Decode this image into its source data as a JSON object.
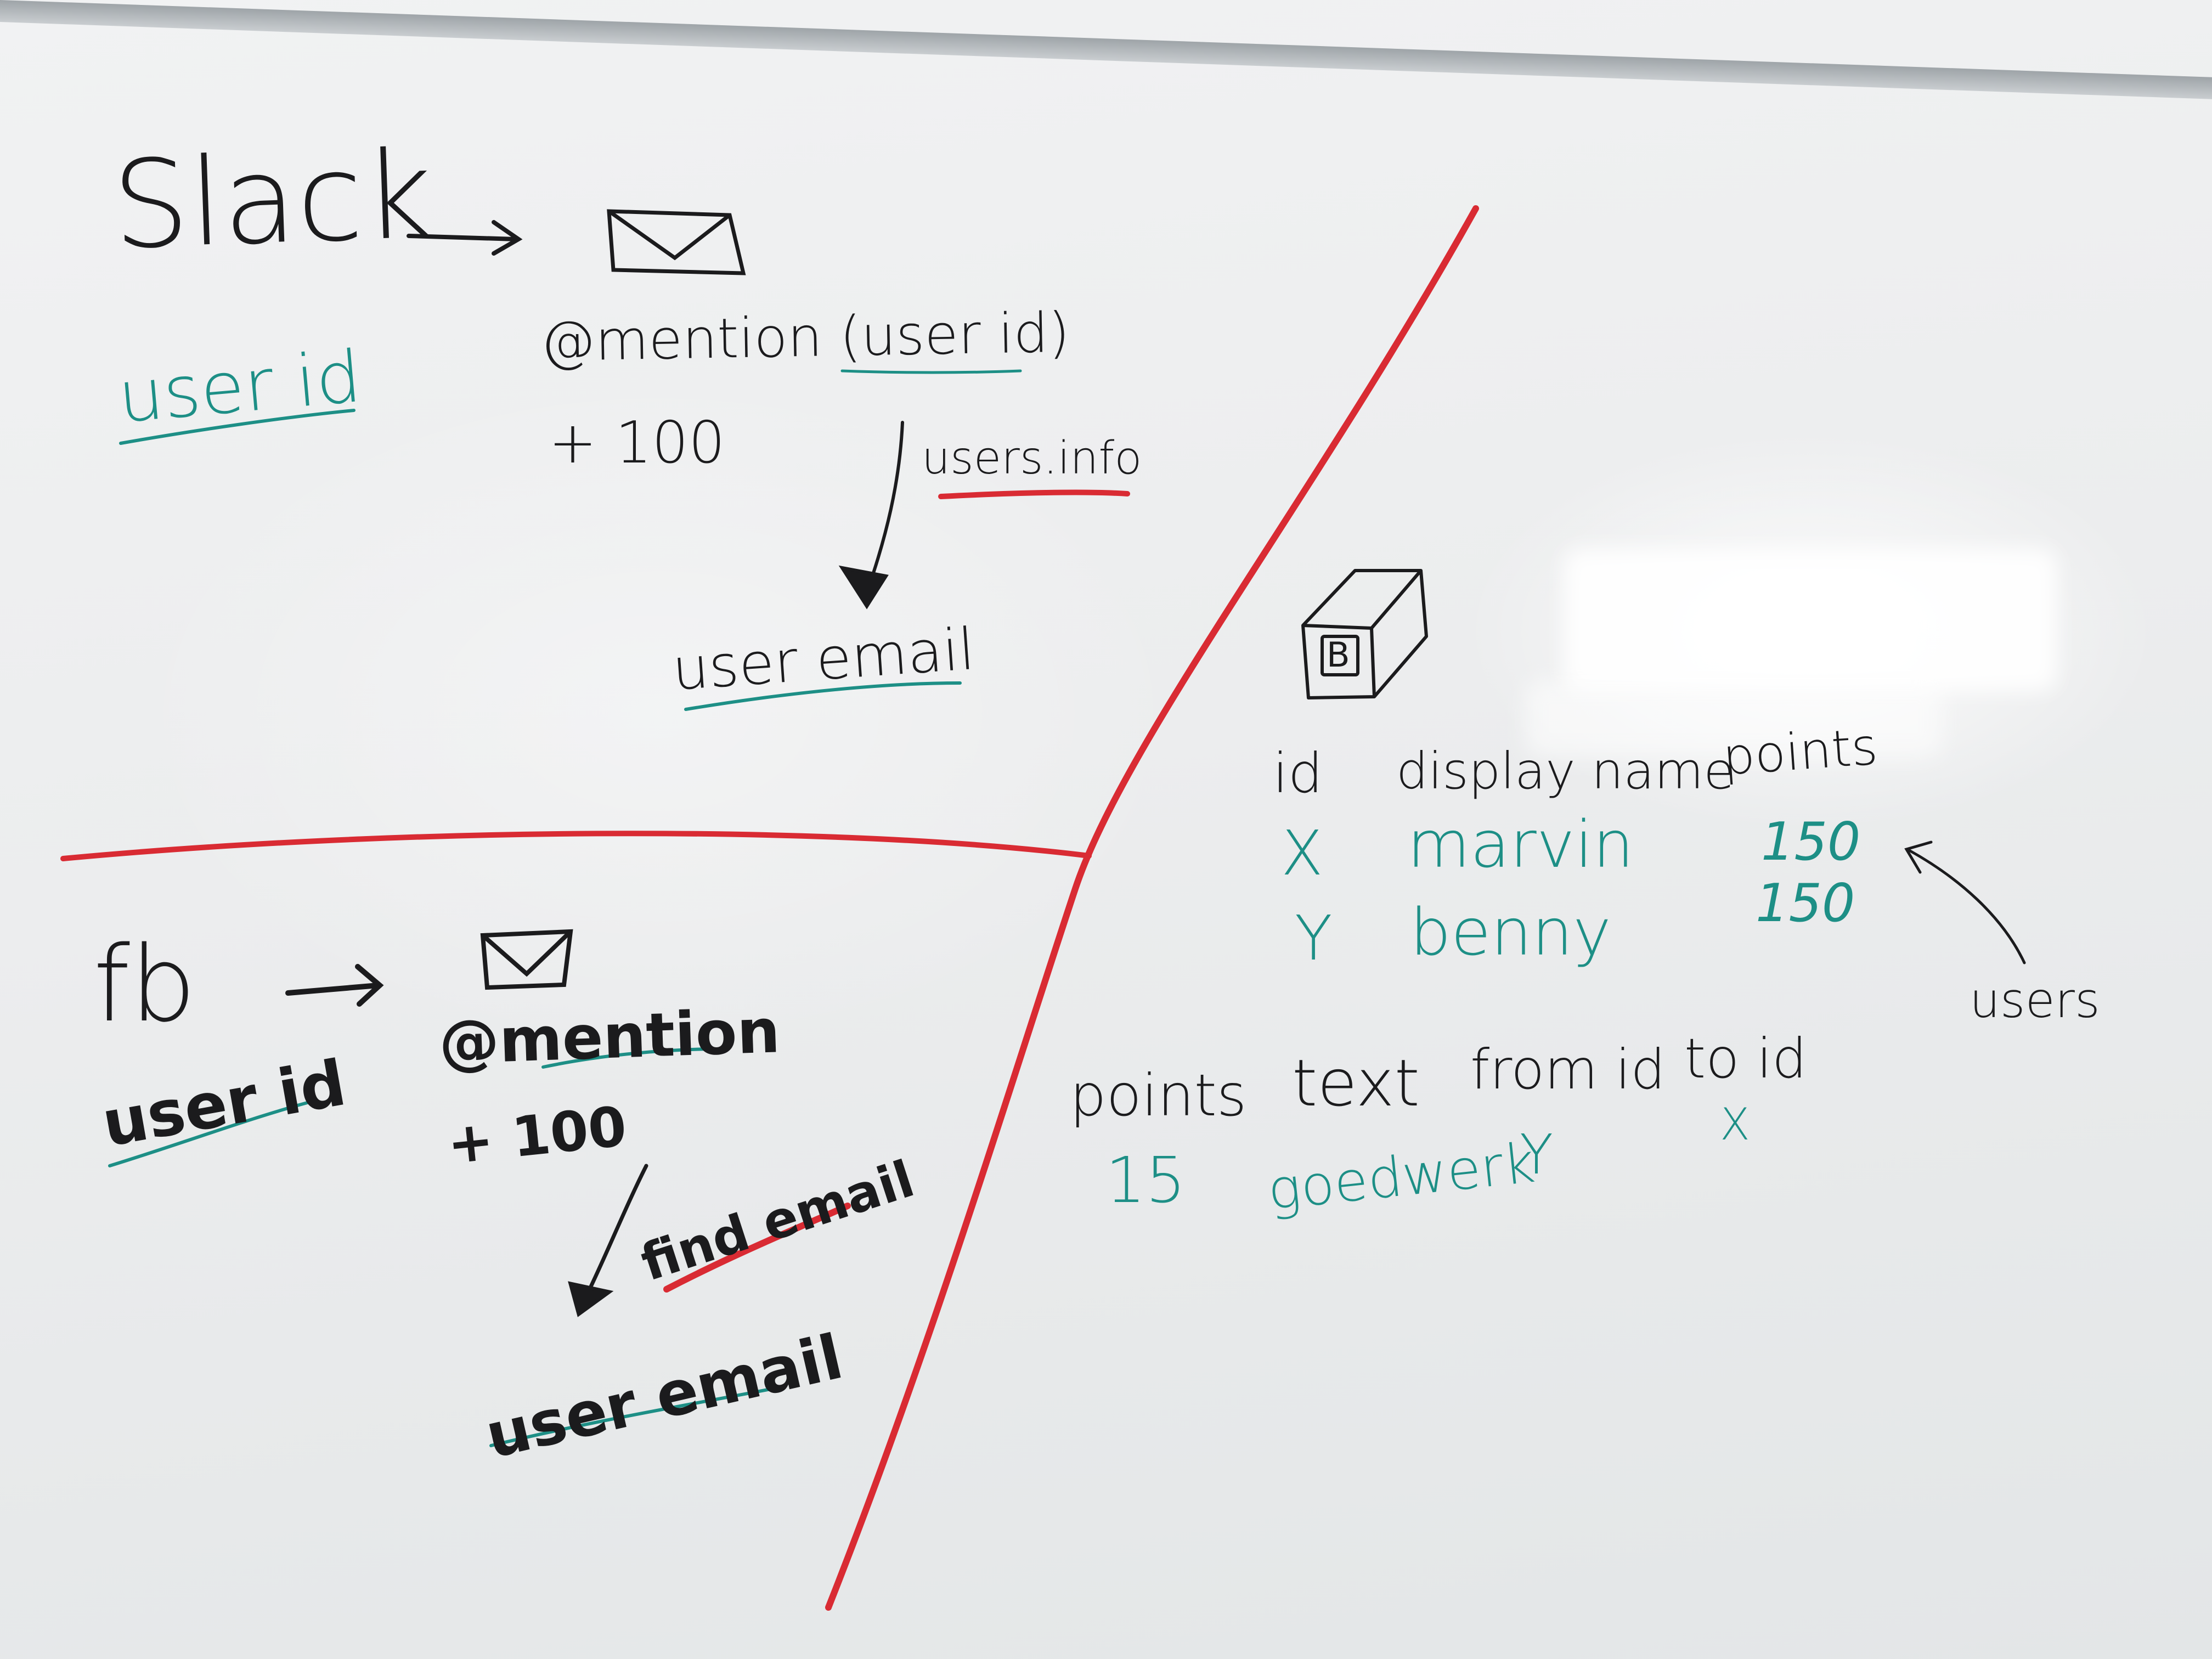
{
  "slack": {
    "title": "Slack",
    "user_id": "user id",
    "mention": "@mention (user id)",
    "plus": "+ 100",
    "api": "users.info",
    "result": "user email"
  },
  "fb": {
    "title": "fb",
    "user_id": "user id",
    "mention": "@mention",
    "plus": "+ 100",
    "api": "find email",
    "result": "user email"
  },
  "users_table": {
    "db_label": "B",
    "headers": [
      "id",
      "display name",
      "points"
    ],
    "rows": [
      {
        "id": "X",
        "display_name": "marvin",
        "points": "150"
      },
      {
        "id": "Y",
        "display_name": "benny",
        "points": "150"
      }
    ],
    "annotation": "users"
  },
  "points_table": {
    "headers": [
      "points",
      "text",
      "from id",
      "to id"
    ],
    "rows": [
      {
        "points": "15",
        "text": "goedwerk",
        "from_id": "Y",
        "to_id": "X"
      }
    ]
  },
  "colors": {
    "marker_black": "#1b1b1d",
    "marker_teal": "#1d8f86",
    "marker_red": "#d92b33",
    "board": "#eceeef"
  }
}
